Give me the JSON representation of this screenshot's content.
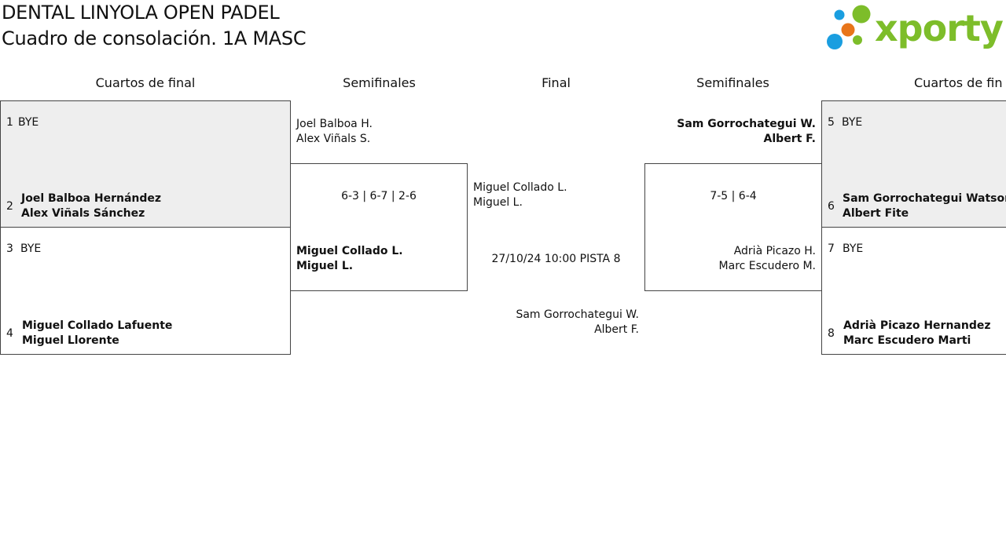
{
  "header": {
    "title": "DENTAL LINYOLA OPEN PADEL",
    "subtitle": "Cuadro de consolación. 1A MASC",
    "logo_text": "xporty",
    "logo_colors": [
      "#1a9ee0",
      "#e8751a",
      "#7dbd2a"
    ]
  },
  "columns": {
    "left_quarters": "Cuartos de final",
    "left_semis": "Semifinales",
    "final": "Final",
    "right_semis": "Semifinales",
    "right_quarters": "Cuartos de fin"
  },
  "left": {
    "q1": {
      "seed_a": "1",
      "player_a": "BYE",
      "seed_b": "2",
      "player_b1": "Joel Balboa Hernández",
      "player_b2": "Alex Viñals Sánchez"
    },
    "q2": {
      "seed_a": "3",
      "player_a": "BYE",
      "seed_b": "4",
      "player_b1": "Miguel Collado Lafuente",
      "player_b2": "Miguel Llorente"
    },
    "semi": {
      "team_a1": "Joel Balboa H.",
      "team_a2": "Alex Viñals S.",
      "score": "6-3 | 6-7 | 2-6",
      "team_b1": "Miguel Collado L.",
      "team_b2": "Miguel L."
    }
  },
  "final": {
    "team_a1": "Miguel Collado L.",
    "team_a2": "Miguel L.",
    "schedule": "27/10/24 10:00 PISTA 8",
    "team_b1": "Sam Gorrochategui W.",
    "team_b2": "Albert F."
  },
  "right": {
    "semi": {
      "team_a1": "Sam Gorrochategui W.",
      "team_a2": "Albert F.",
      "score": "7-5 | 6-4",
      "team_b1": "Adrià Picazo H.",
      "team_b2": "Marc Escudero M."
    },
    "q1": {
      "seed_a": "5",
      "player_a": "BYE",
      "seed_b": "6",
      "player_b1": "Sam Gorrochategui Watson",
      "player_b2": "Albert Fite"
    },
    "q2": {
      "seed_a": "7",
      "player_a": "BYE",
      "seed_b": "8",
      "player_b1": "Adrià Picazo Hernandez",
      "player_b2": "Marc Escudero Marti"
    }
  }
}
